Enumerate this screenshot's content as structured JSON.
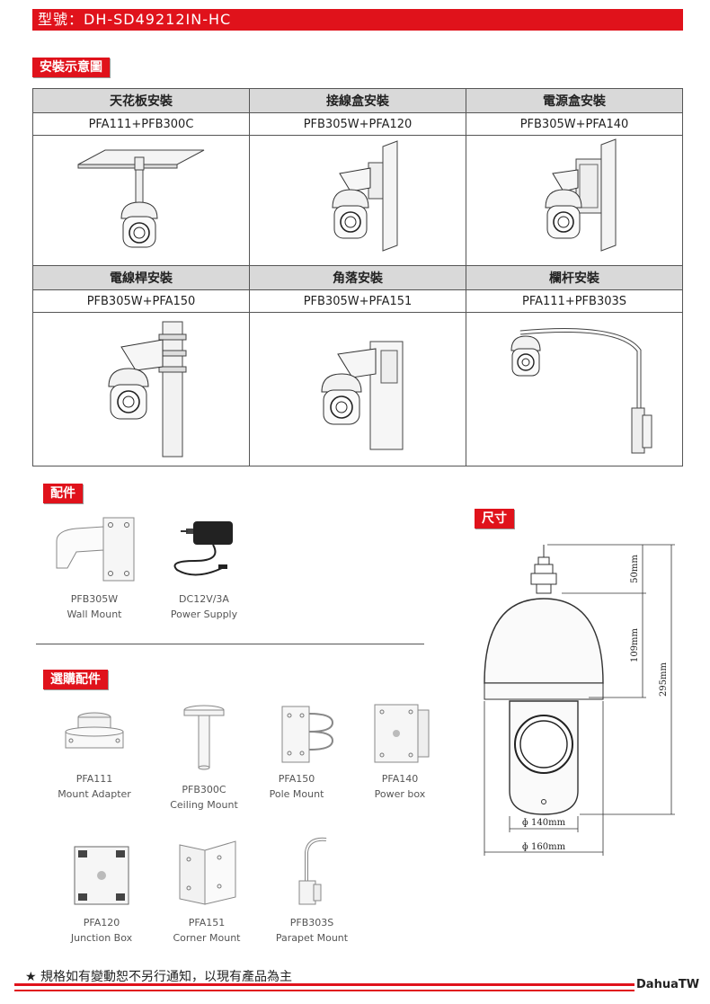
{
  "header": {
    "model": "型號：DH-SD49212IN-HC"
  },
  "install": {
    "section_title": "安裝示意圖",
    "row1": [
      {
        "title": "天花板安裝",
        "code": "PFA111+PFB300C"
      },
      {
        "title": "接線盒安裝",
        "code": "PFB305W+PFA120"
      },
      {
        "title": "電源盒安裝",
        "code": "PFB305W+PFA140"
      }
    ],
    "row2": [
      {
        "title": "電線桿安裝",
        "code": "PFB305W+PFA150"
      },
      {
        "title": "角落安裝",
        "code": "PFB305W+PFA151"
      },
      {
        "title": "欄杆安裝",
        "code": "PFA111+PFB303S"
      }
    ]
  },
  "accessories": {
    "title": "配件",
    "items": [
      {
        "code": "PFB305W",
        "name": "Wall Mount"
      },
      {
        "code": "DC12V/3A",
        "name": "Power Supply"
      }
    ]
  },
  "optional": {
    "title": "選購配件",
    "items": [
      {
        "code": "PFA111",
        "name": "Mount Adapter"
      },
      {
        "code": "PFB300C",
        "name": "Ceiling Mount"
      },
      {
        "code": "PFA150",
        "name": "Pole Mount"
      },
      {
        "code": "PFA140",
        "name": "Power box"
      },
      {
        "code": "PFA120",
        "name": "Junction Box"
      },
      {
        "code": "PFA151",
        "name": "Corner Mount"
      },
      {
        "code": "PFB303S",
        "name": "Parapet Mount"
      }
    ]
  },
  "dimensions": {
    "title": "尺寸",
    "top": "50mm",
    "middle": "109mm",
    "total": "295mm",
    "inner_dia": "ɸ 140mm",
    "outer_dia": "ɸ 160mm"
  },
  "footer": {
    "note": "★ 規格如有變動恕不另行通知，以現有產品為主",
    "brand": "DahuaTW"
  }
}
